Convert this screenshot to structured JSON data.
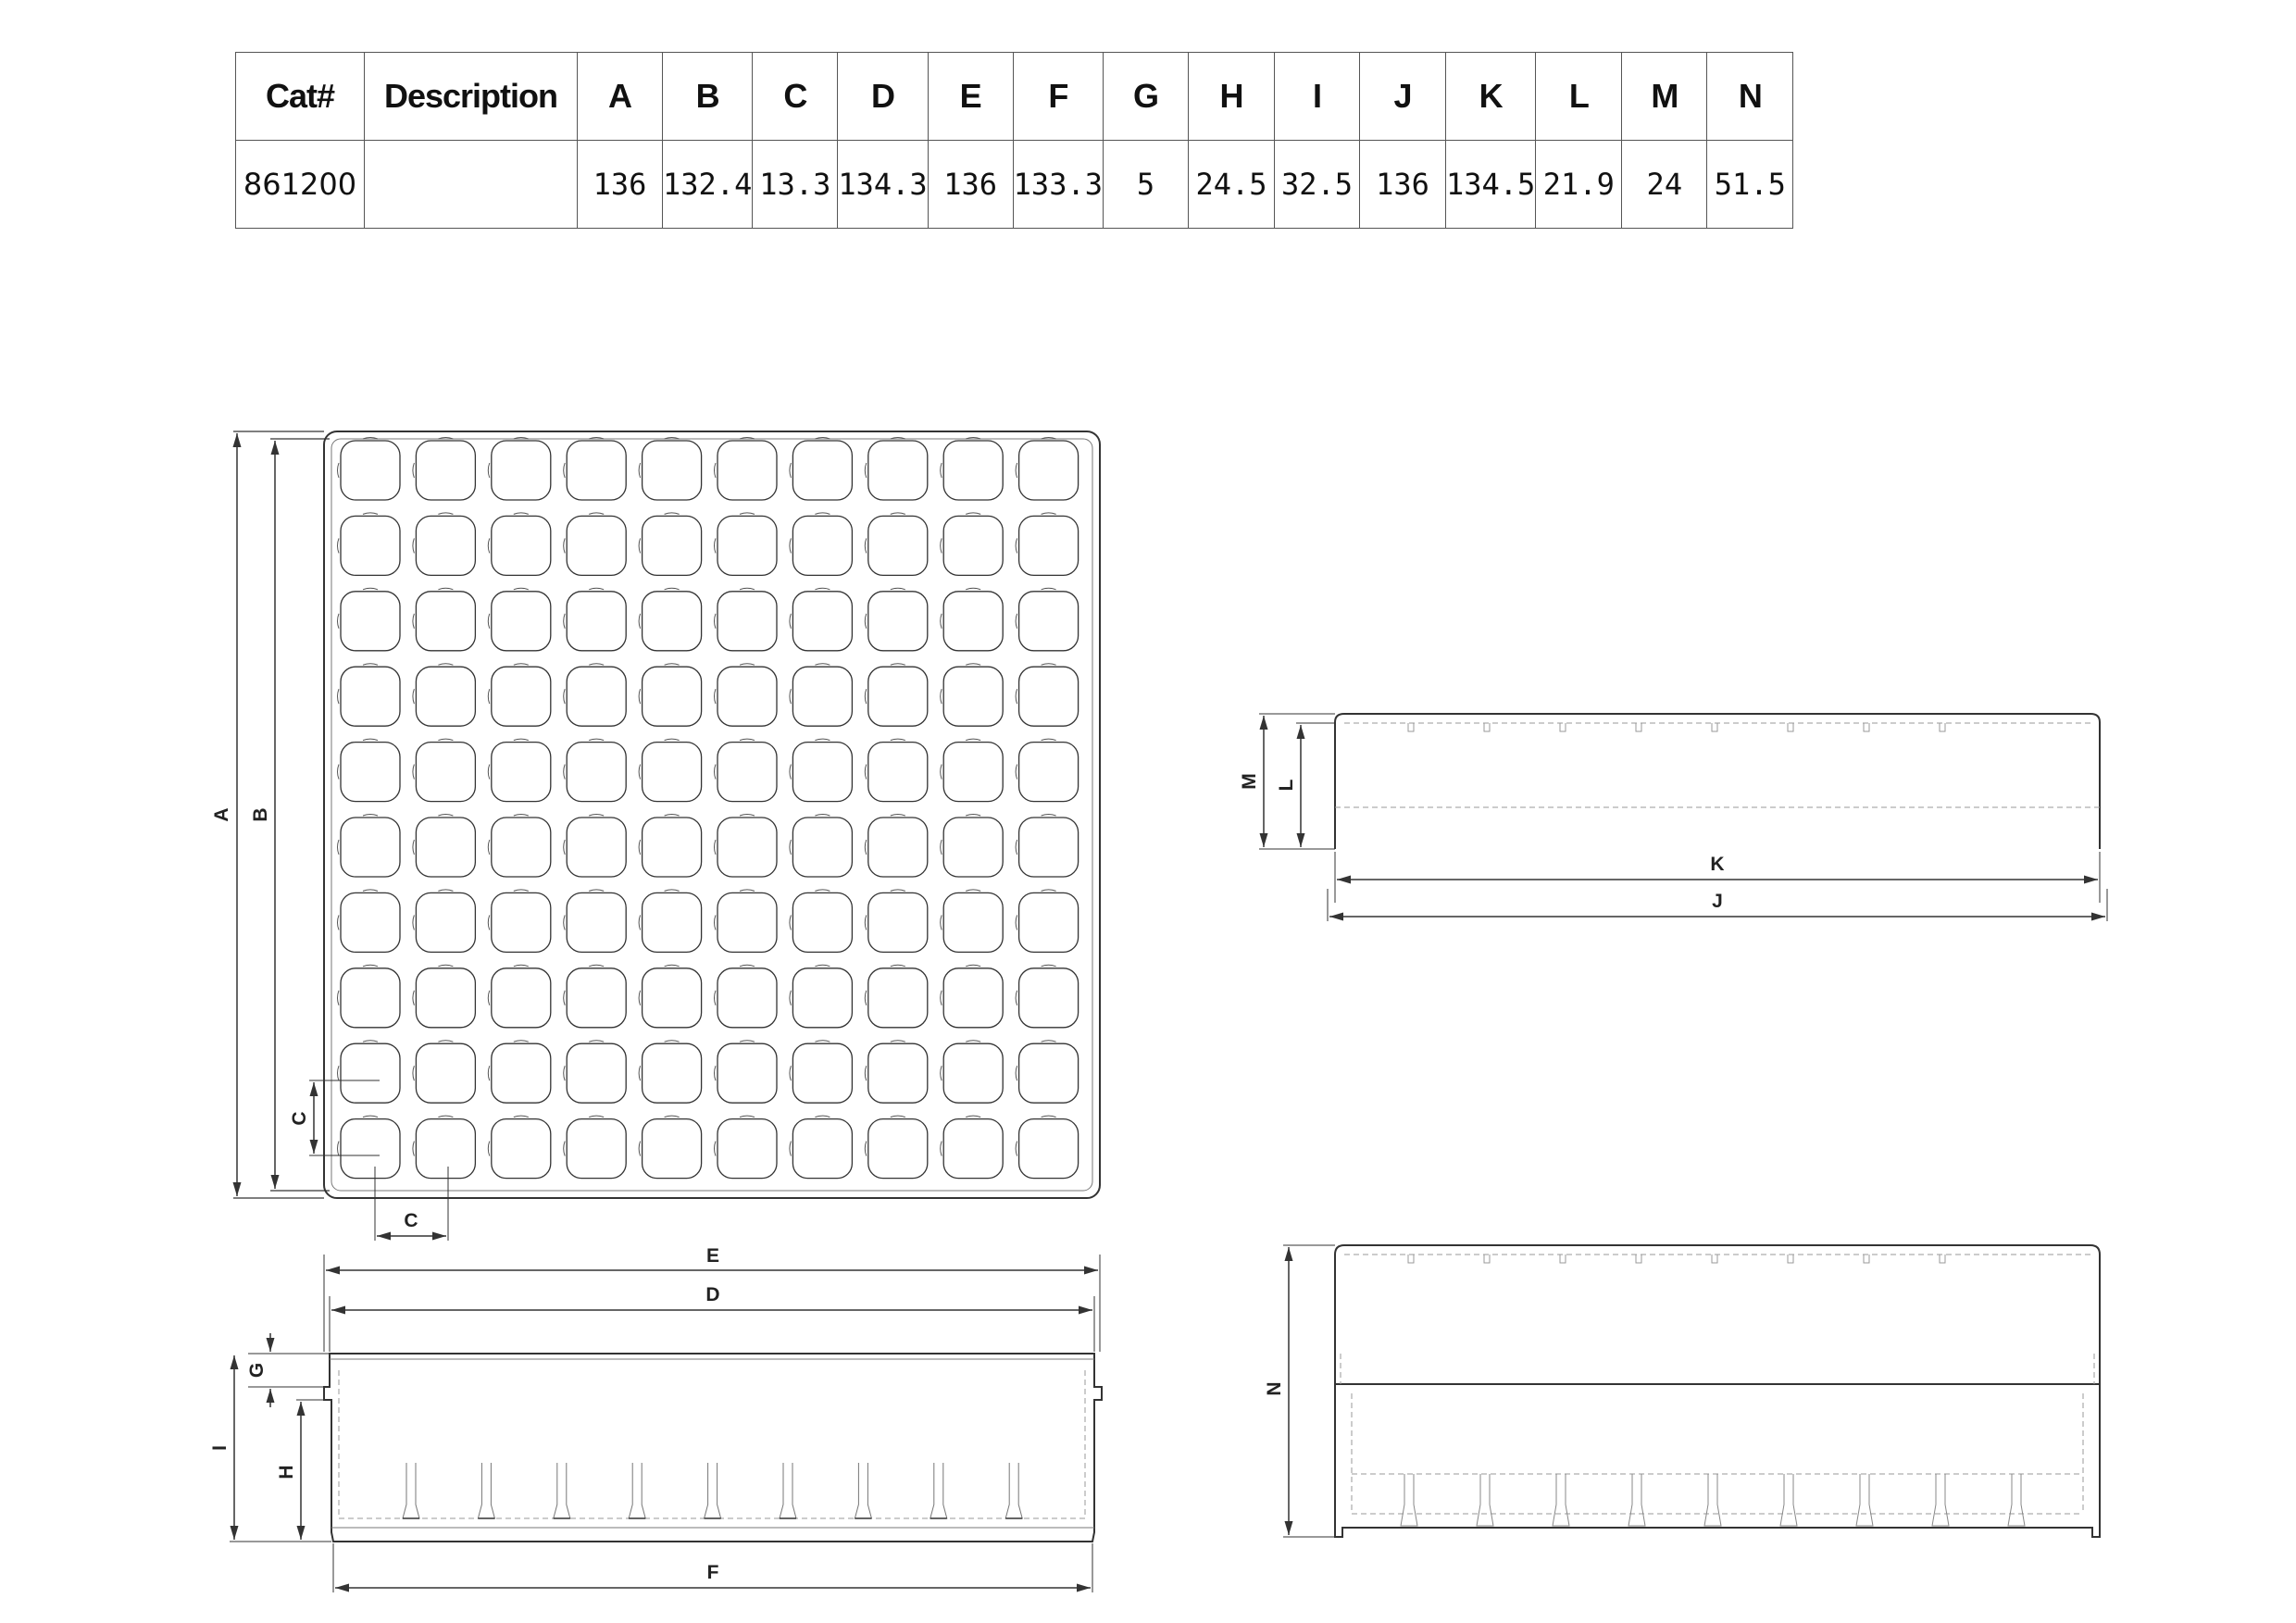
{
  "table": {
    "headers": [
      "Cat#",
      "Description",
      "A",
      "B",
      "C",
      "D",
      "E",
      "F",
      "G",
      "H",
      "I",
      "J",
      "K",
      "L",
      "M",
      "N"
    ],
    "rows": [
      [
        "861200",
        "",
        "136",
        "132.4",
        "13.3",
        "134.3",
        "136",
        "133.3",
        "5",
        "24.5",
        "32.5",
        "136",
        "134.5",
        "21.9",
        "24",
        "51.5"
      ]
    ]
  },
  "grid": {
    "rows": 10,
    "cols": 10
  },
  "dimension_labels": {
    "A": "A",
    "B": "B",
    "C": "C",
    "D": "D",
    "E": "E",
    "F": "F",
    "G": "G",
    "H": "H",
    "I": "I",
    "J": "J",
    "K": "K",
    "L": "L",
    "M": "M",
    "N": "N"
  },
  "colors": {
    "line": "#333333",
    "dashed": "#999999",
    "background": "#ffffff"
  }
}
